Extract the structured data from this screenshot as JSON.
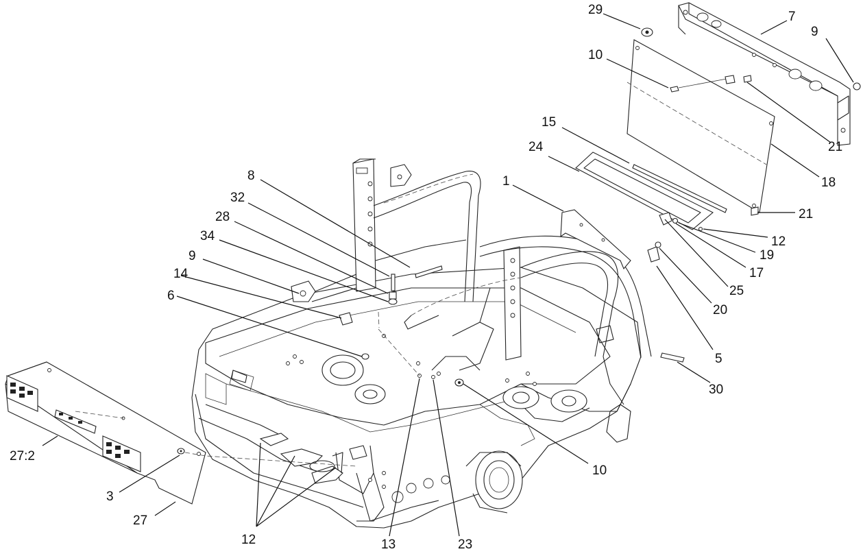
{
  "diagram": {
    "labels": [
      {
        "id": "l29",
        "text": "29"
      },
      {
        "id": "l7",
        "text": "7"
      },
      {
        "id": "l9a",
        "text": "9"
      },
      {
        "id": "l10a",
        "text": "10"
      },
      {
        "id": "l21a",
        "text": "21"
      },
      {
        "id": "l15",
        "text": "15"
      },
      {
        "id": "l24",
        "text": "24"
      },
      {
        "id": "l18",
        "text": "18"
      },
      {
        "id": "l8",
        "text": "8"
      },
      {
        "id": "l1",
        "text": "1"
      },
      {
        "id": "l21b",
        "text": "21"
      },
      {
        "id": "l32",
        "text": "32"
      },
      {
        "id": "l12a",
        "text": "12"
      },
      {
        "id": "l28",
        "text": "28"
      },
      {
        "id": "l19",
        "text": "19"
      },
      {
        "id": "l34",
        "text": "34"
      },
      {
        "id": "l17",
        "text": "17"
      },
      {
        "id": "l9b",
        "text": "9"
      },
      {
        "id": "l25",
        "text": "25"
      },
      {
        "id": "l14",
        "text": "14"
      },
      {
        "id": "l20",
        "text": "20"
      },
      {
        "id": "l6",
        "text": "6"
      },
      {
        "id": "l5",
        "text": "5"
      },
      {
        "id": "l30",
        "text": "30"
      },
      {
        "id": "l27_2",
        "text": "27:2"
      },
      {
        "id": "l10b",
        "text": "10"
      },
      {
        "id": "l3",
        "text": "3"
      },
      {
        "id": "l27",
        "text": "27"
      },
      {
        "id": "l12b",
        "text": "12"
      },
      {
        "id": "l13",
        "text": "13"
      },
      {
        "id": "l23",
        "text": "23"
      }
    ]
  }
}
